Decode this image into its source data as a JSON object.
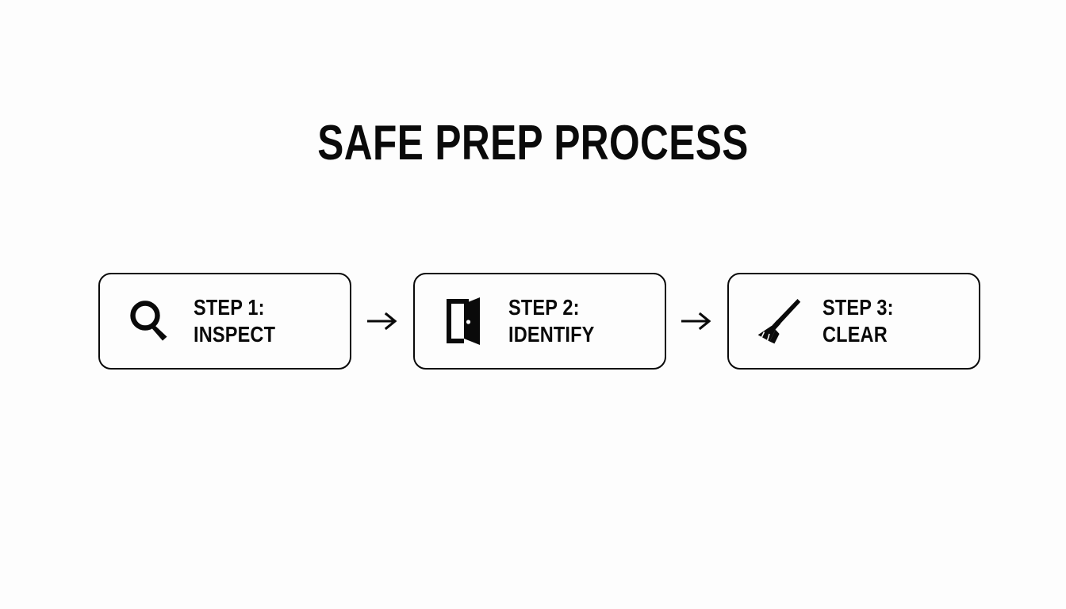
{
  "slide": {
    "title": "SAFE PREP PROCESS",
    "background_color": "#fdfdfd",
    "ink_color": "#0a0a0a"
  },
  "flow": {
    "steps": [
      {
        "icon": "magnifying-glass-icon",
        "line1": "STEP 1:",
        "line2": "INSPECT"
      },
      {
        "icon": "open-door-icon",
        "line1": "STEP 2:",
        "line2": "IDENTIFY"
      },
      {
        "icon": "broom-icon",
        "line1": "STEP 3:",
        "line2": "CLEAR"
      }
    ],
    "connectors": [
      {
        "icon": "arrow-right-icon"
      },
      {
        "icon": "arrow-right-icon"
      }
    ]
  }
}
